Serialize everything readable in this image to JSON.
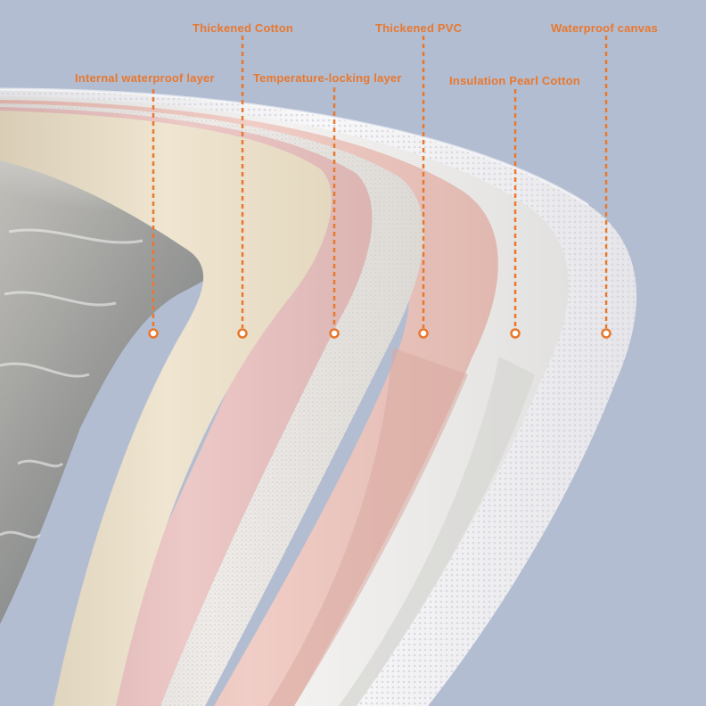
{
  "labels": {
    "internal_waterproof_layer": "Internal waterproof layer",
    "thickened_cotton": "Thickened Cotton",
    "temperature_locking_layer": "Temperature-locking layer",
    "thickened_pvc": "Thickened PVC",
    "insulation_pearl_cotton": "Insulation Pearl Cotton",
    "waterproof_canvas": "Waterproof canvas"
  },
  "colors": {
    "background": "#b3bdd2",
    "accent_orange": "#e8782e",
    "cream_layer": "#ece1cb",
    "pink_layer": "#e6c0c0",
    "textured_white_layer": "#e6e3e0",
    "pvc_layer": "#e9c2bb",
    "pearl_cotton_layer": "#ecebea",
    "canvas_layer": "#f2f2f4",
    "water": "#a8aaa8"
  }
}
